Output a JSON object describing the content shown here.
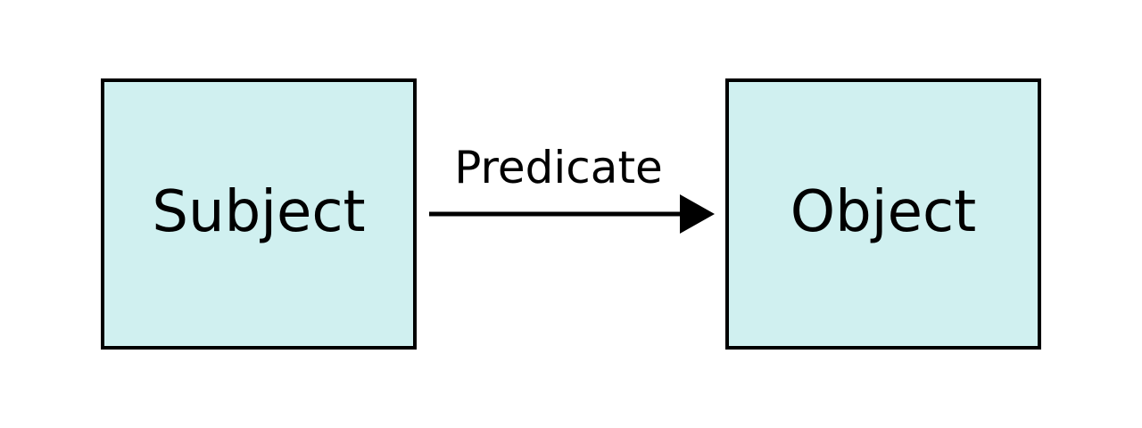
{
  "diagram": {
    "nodes": [
      {
        "id": "subject",
        "label": "Subject"
      },
      {
        "id": "object",
        "label": "Object"
      }
    ],
    "edge": {
      "from": "subject",
      "to": "object",
      "label": "Predicate"
    }
  },
  "colors": {
    "node_fill": "#d0f0f0",
    "stroke": "#000000",
    "text": "#000000",
    "background": "#ffffff"
  }
}
